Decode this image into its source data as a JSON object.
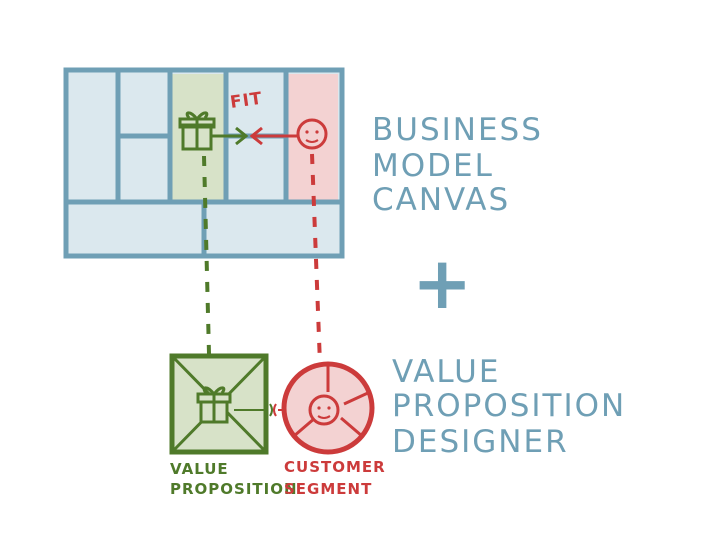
{
  "canvas_label": {
    "line1": "BUSINESS",
    "line2": "MODEL",
    "line3": "CANVAS"
  },
  "plus_sign": "+",
  "designer_label": {
    "line1": "VALUE",
    "line2": "PROPOSITION",
    "line3": "DESIGNER"
  },
  "fit_label": "FIT",
  "value_prop_label": {
    "line1": "VALUE",
    "line2": "PROPOSITION"
  },
  "customer_segment_label": {
    "line1": "CUSTOMER",
    "line2": "SEGMENT"
  },
  "colors": {
    "blue": "#6f9fb5",
    "blue_fill": "#dbe8ee",
    "green": "#4f7a2a",
    "green_fill": "#d7e2c8",
    "red": "#cc3b3b",
    "red_fill": "#f3d2d2",
    "plus": "#6f9fb5"
  },
  "icons": {
    "gift": "gift-icon",
    "face": "smiley-face-icon"
  }
}
